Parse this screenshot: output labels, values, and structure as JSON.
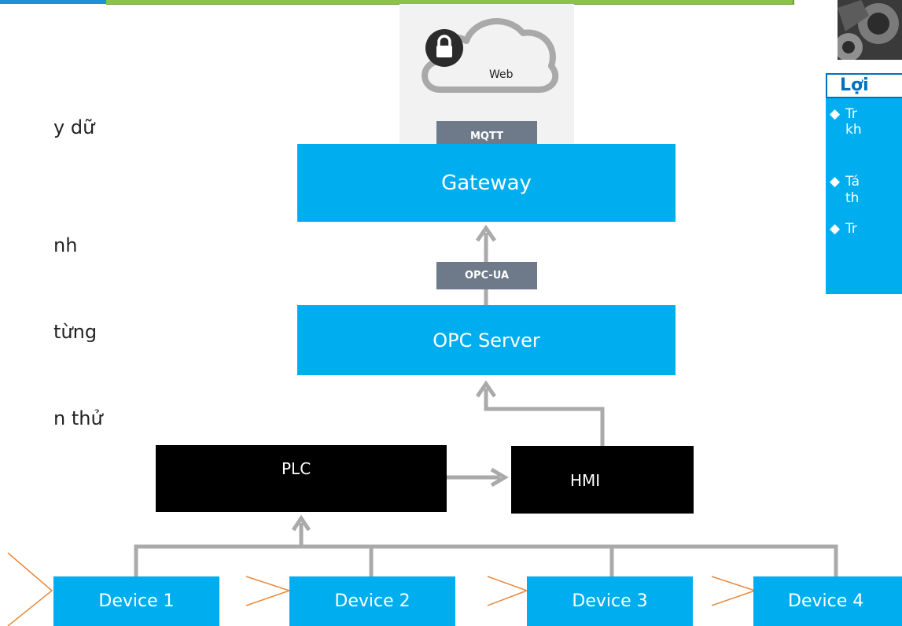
{
  "left_text": {
    "line1": "y dữ",
    "line2": "nh",
    "line3": "từng",
    "line4": "n thử"
  },
  "diagram": {
    "web_label": "Web",
    "mqtt_label": "MQTT",
    "gateway_label": "Gateway",
    "opcua_label": "OPC-UA",
    "opc_server_label": "OPC Server",
    "plc_label": "PLC",
    "hmi_label": "HMI",
    "devices": [
      "Device 1",
      "Device 2",
      "Device 3",
      "Device 4"
    ]
  },
  "right_panel": {
    "title": "Lợi",
    "bullets": [
      {
        "marker": "◆",
        "line1": "Tr",
        "line2": "kh"
      },
      {
        "marker": "◆",
        "line1": "Tá",
        "line2": "th"
      },
      {
        "marker": "◆",
        "line1": "Tr",
        "line2": ""
      }
    ]
  },
  "colors": {
    "cyan": "#00aeef",
    "proto_gray": "#6e7a8a",
    "connector_gray": "#aaaaaa",
    "arrow_orange": "#e8893a",
    "title_blue": "#0072bc"
  }
}
